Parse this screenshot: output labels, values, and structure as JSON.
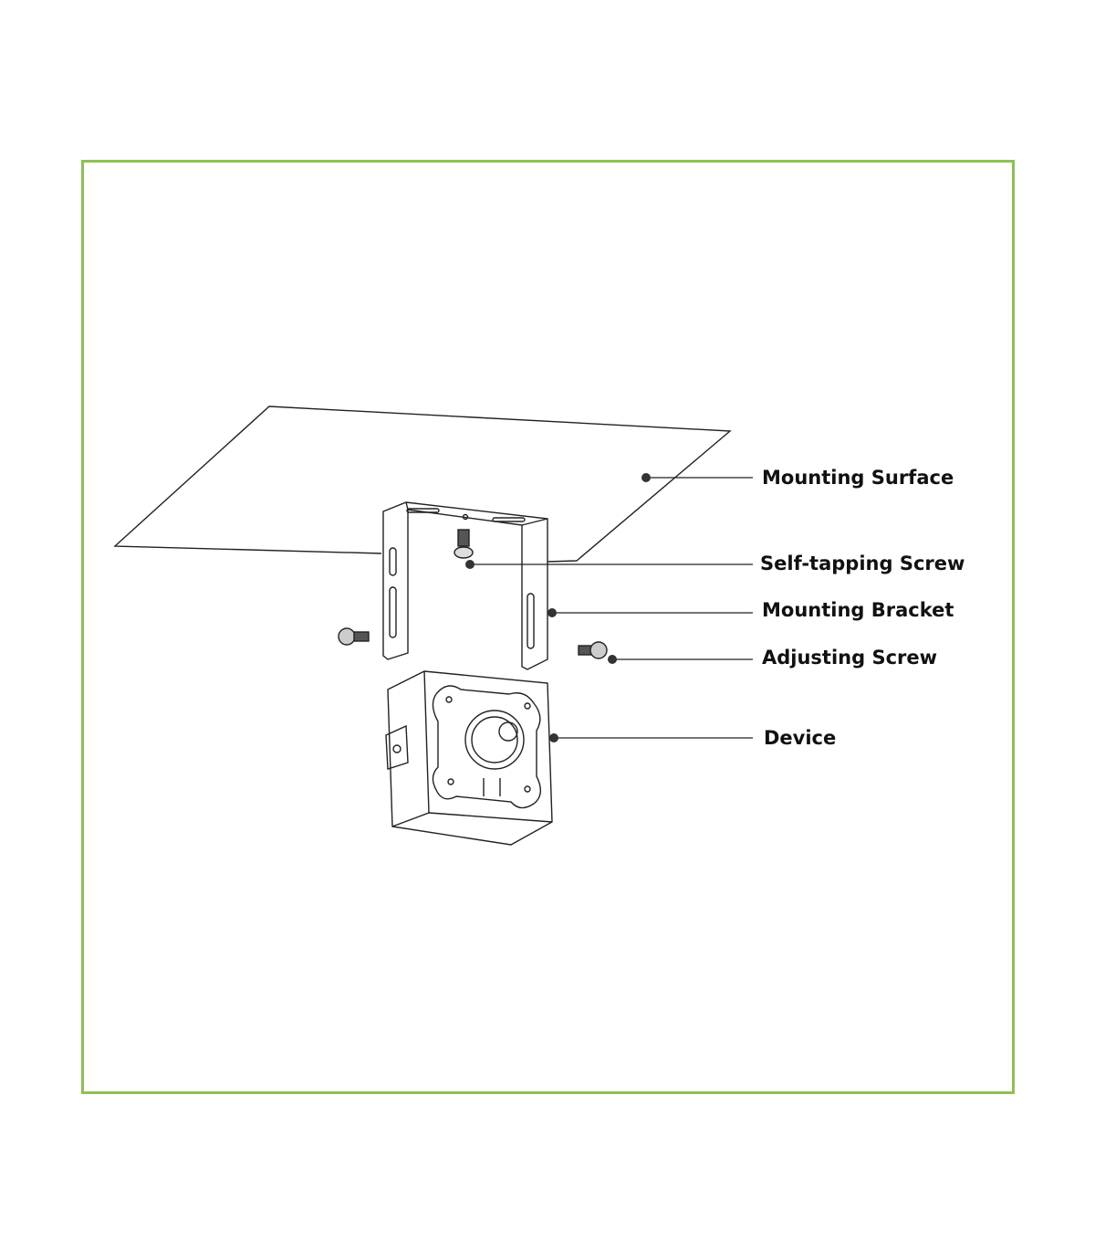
{
  "diagram": {
    "labels": {
      "mounting_surface": "Mounting Surface",
      "self_tapping_screw": "Self-tapping Screw",
      "mounting_bracket": "Mounting Bracket",
      "adjusting_screw": "Adjusting Screw",
      "device": "Device"
    },
    "colors": {
      "frame": "#8dc153",
      "line": "#222222"
    }
  }
}
